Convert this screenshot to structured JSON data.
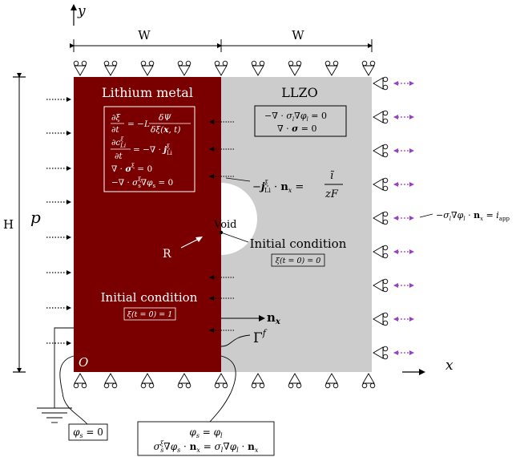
{
  "axes": {
    "y": "y",
    "x": "x"
  },
  "dims": {
    "width_left": "W",
    "width_right": "W",
    "height": "H"
  },
  "load": {
    "pressure": "p"
  },
  "regions": {
    "lithium": {
      "title": "Lithium metal",
      "eq1_lhs": "∂ξ/∂t",
      "eq1_rhs": "= −L δΨ/δξ(x,t)",
      "eq2": "∂c^ξ_Li/∂t = −∇·j^ξ_Li",
      "eq3": "∇·σ^ξ = 0",
      "eq4": "−∇·σ^ξ_s∇φ_s = 0",
      "color": "#7a0000"
    },
    "llzo": {
      "title": "LLZO",
      "eq1": "−∇·σ_l∇φ_l = 0",
      "eq2": "∇·σ = 0",
      "color": "#cccccc"
    }
  },
  "void": {
    "label": "Void",
    "radius_label": "R"
  },
  "interface": {
    "flux_lhs": "−j^ξ_Li · n_x =",
    "flux_num": "ĩ",
    "flux_den": "zF",
    "normal": "n",
    "normal_sub": "x",
    "gamma": "Γ",
    "gamma_sup": "f"
  },
  "initial_conditions": {
    "llzo_label": "Initial condition",
    "llzo_value": "ξ(t = 0) = 0",
    "li_label": "Initial condition",
    "li_value": "ξ(t = 0) = 1"
  },
  "boundary": {
    "applied_current": "−σ_l∇φ_l · n_x = i_app",
    "origin": "O",
    "ground": "φ_s = 0",
    "continuity_1": "φ_s = φ_l",
    "continuity_2": "σ^ξ_s∇φ_s · n_x = σ_l∇φ_l · n_x"
  },
  "colors": {
    "arrow_applied": "#9a3fc8",
    "llzo": "#cccccc",
    "lithium": "#7a0000"
  }
}
